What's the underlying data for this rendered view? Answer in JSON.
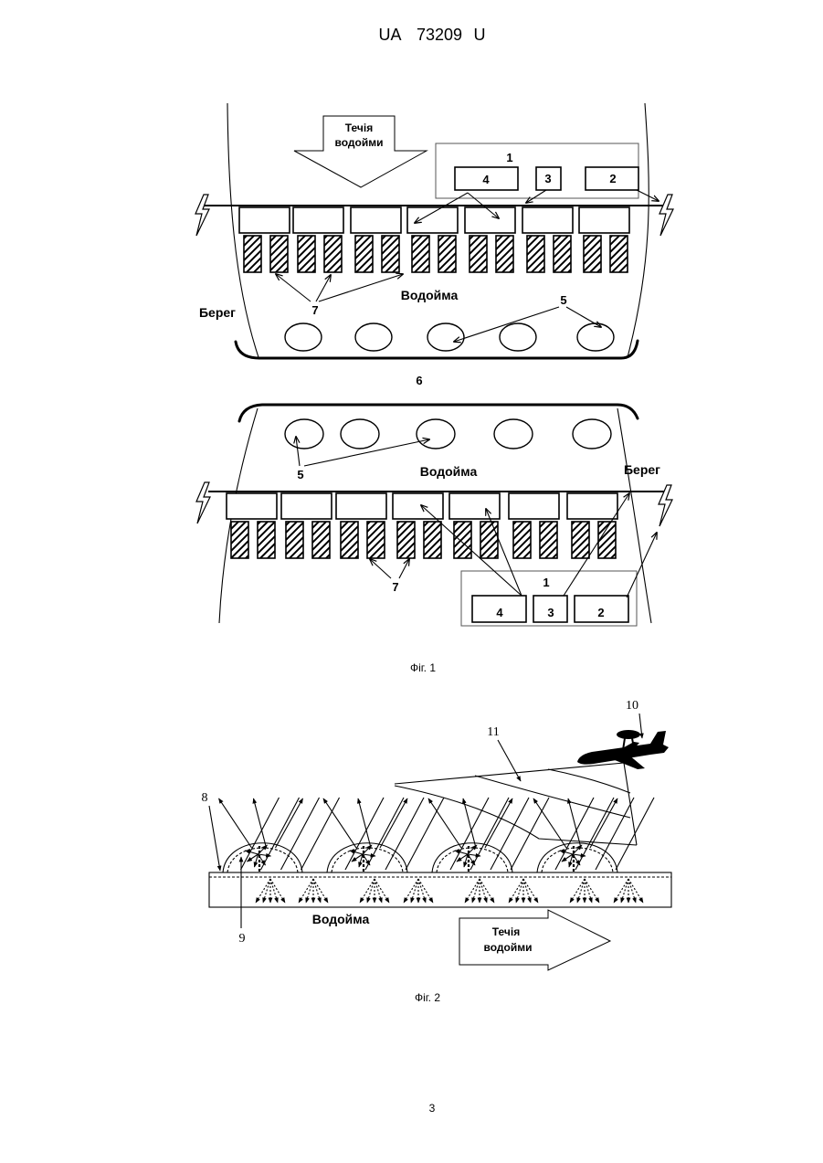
{
  "header": {
    "country": "UA",
    "number": "73209",
    "kind": "U"
  },
  "fig1": {
    "top": {
      "flow_line1": "Течія",
      "flow_line2": "водойми",
      "unit_label": "1",
      "unit_blocks": [
        "4",
        "3",
        "2"
      ],
      "modules_label": "7",
      "water_label": "Водойма",
      "buoys_label": "5",
      "bank_label": "Берег",
      "barrier_label": "6"
    },
    "bottom": {
      "buoys_label": "5",
      "water_label": "Водойма",
      "bank_label": "Берег",
      "modules_label": "7",
      "unit_label": "1",
      "unit_blocks": [
        "4",
        "3",
        "2"
      ]
    },
    "caption": "Фіг. 1"
  },
  "fig2": {
    "aircraft_label": "10",
    "beam_label": "11",
    "cover_label": "8",
    "dome_label": "9",
    "water_label": "Водойма",
    "flow_line1": "Течія",
    "flow_line2": "водойми",
    "caption": "Фіг. 2"
  },
  "page_number": "3"
}
